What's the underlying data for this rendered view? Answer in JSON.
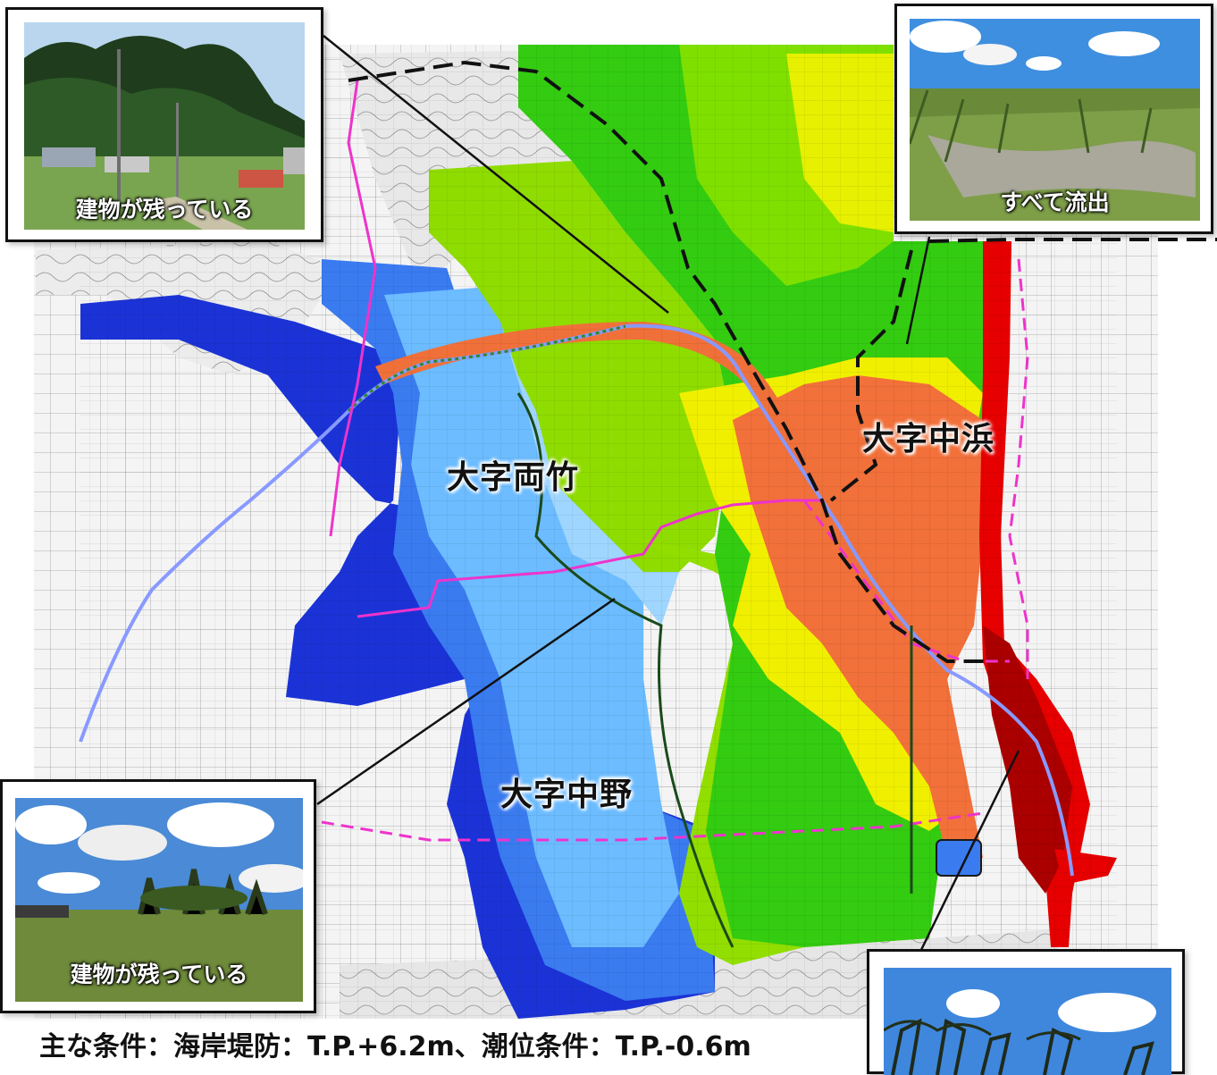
{
  "districts": {
    "ryochiku": "大字両竹",
    "nakahama": "大字中浜",
    "nakano": "大字中野"
  },
  "photos": {
    "top_left": {
      "caption": "建物が残っている"
    },
    "top_right": {
      "caption": "すべて流出"
    },
    "bottom_left": {
      "caption": "建物が残っている"
    },
    "bottom_right": {
      "caption": ""
    }
  },
  "conditions": "主な条件：海岸堤防：T.P.+6.2m、潮位条件：T.P.-0.6m",
  "colors": {
    "depth_deep_red": "#e60000",
    "depth_orange": "#f26a3a",
    "depth_yellow": "#f2f200",
    "depth_green": "#33cc00",
    "depth_light_green": "#99e000",
    "depth_light_blue": "#66bbff",
    "depth_blue": "#2255ee",
    "depth_navy": "#1122cc",
    "boundary_magenta": "#ee33cc",
    "boundary_black": "#111111",
    "river_lavender": "#8899ff"
  }
}
